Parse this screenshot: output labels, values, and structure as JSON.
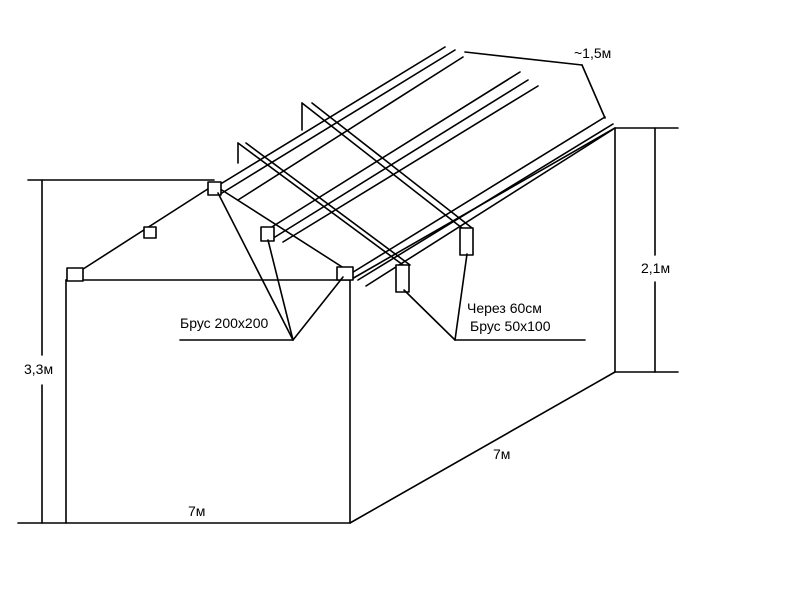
{
  "labels": {
    "pitch_offset": "~1,5м",
    "right_height": "2,1м",
    "left_height": "3,3м",
    "front_width": "7м",
    "side_length": "7м",
    "main_beam": "Брус 200x200",
    "rafter_spacing": "Через 60см",
    "rafter_section": "Брус 50x100"
  },
  "colors": {
    "line": "#000000",
    "background": "#ffffff"
  }
}
